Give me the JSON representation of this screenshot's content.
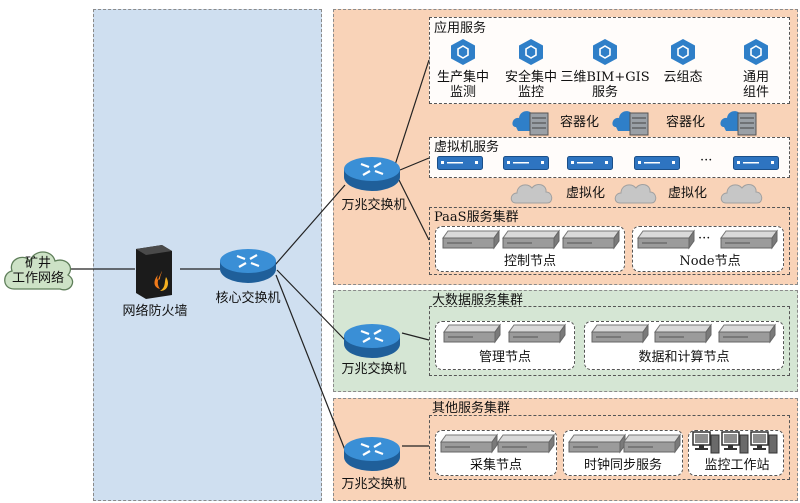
{
  "cloud_label": "矿井\n工作网络",
  "firewall_label": "网络防火墙",
  "core_switch_label": "核心交换机",
  "switch_label": "万兆交换机",
  "app_services": {
    "title": "应用服务",
    "items": [
      "生产集中\n监测",
      "安全集中\n监控",
      "三维BIM+GIS\n服务",
      "云组态",
      "通用\n组件"
    ]
  },
  "containerization": [
    "容器化",
    "容器化"
  ],
  "vm_services": {
    "title": "虚拟机服务",
    "ellipsis": "···"
  },
  "virtualization": [
    "虚拟化",
    "虚拟化"
  ],
  "paas_cluster": {
    "title": "PaaS服务集群",
    "control_nodes": "控制节点",
    "node_nodes": "Node节点",
    "ellipsis": "···"
  },
  "bigdata_cluster": {
    "title": "大数据服务集群",
    "mgmt_nodes": "管理节点",
    "data_nodes": "数据和计算节点"
  },
  "other_cluster": {
    "title": "其他服务集群",
    "collect_nodes": "采集节点",
    "clock_sync": "时钟同步服务",
    "monitor_station": "监控工作站"
  },
  "colors": {
    "blue_zone": "#cfdff0",
    "orange_zone": "#f9d3b8",
    "green_zone": "#d5e6d4",
    "switch_blue": "#2f7fc8",
    "hexagon_blue": "#2f7fc8",
    "vm_blue": "#2e74c0"
  }
}
